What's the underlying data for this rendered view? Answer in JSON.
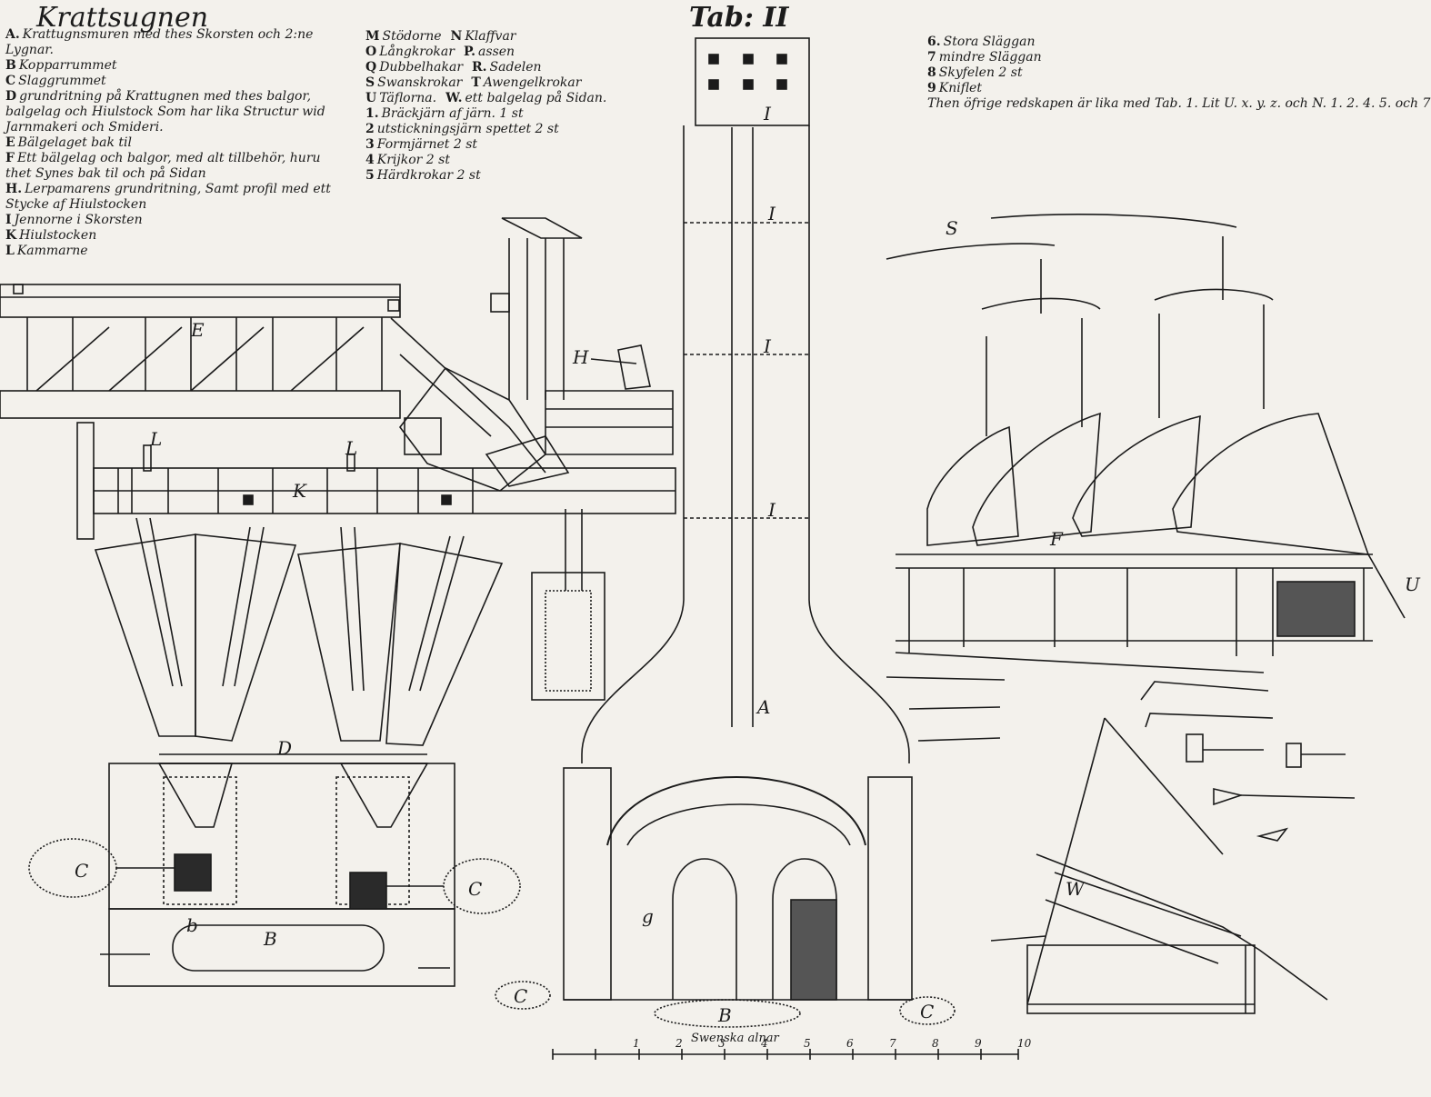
{
  "header": {
    "sheet_title": "Krattsugnen",
    "plate_title": "Tab: II"
  },
  "legend_left": [
    {
      "key": "A.",
      "text": "Krattugnsmuren med thes Skorsten och 2:ne Lygnar."
    },
    {
      "key": "B",
      "text": "Kopparrummet"
    },
    {
      "key": "C",
      "text": "Slaggrummet"
    },
    {
      "key": "D",
      "text": "grundritning på Krattugnen med thes balgor, balgelag och Hiulstock Som har lika Structur wid Jarnmakeri och Smideri."
    },
    {
      "key": "E",
      "text": "Bälgelaget bak til"
    },
    {
      "key": "F",
      "text": "Ett bälgelag och balgor, med alt tillbehör, huru thet Synes bak til och på Sidan"
    },
    {
      "key": "H.",
      "text": "Lerpamarens grundritning, Samt profil med ett Stycke af Hiulstocken"
    },
    {
      "key": "I",
      "text": "Jennorne i Skorsten"
    },
    {
      "key": "K",
      "text": "Hiulstocken"
    },
    {
      "key": "L",
      "text": "Kammarne"
    }
  ],
  "legend_mid": [
    {
      "key": "M",
      "text": "Stödorne",
      "key2": "N",
      "text2": "Klaffvar"
    },
    {
      "key": "O",
      "text": "Långkrokar",
      "key2": "P.",
      "text2": "assen"
    },
    {
      "key": "Q",
      "text": "Dubbelhakar",
      "key2": "R.",
      "text2": "Sadelen"
    },
    {
      "key": "S",
      "text": "Swanskrokar",
      "key2": "T",
      "text2": "Awengelkrokar"
    },
    {
      "key": "U",
      "text": "Täflorna.",
      "key2": "W.",
      "text2": "ett balgelag på Sidan."
    },
    {
      "key": "1.",
      "text": "Bräckjärn af järn. 1 st"
    },
    {
      "key": "2",
      "text": "utstickningsjärn spettet 2 st"
    },
    {
      "key": "3",
      "text": "Formjärnet 2 st"
    },
    {
      "key": "4",
      "text": "Krijkor 2 st"
    },
    {
      "key": "5",
      "text": "Härdkrokar 2 st"
    }
  ],
  "legend_right": [
    {
      "key": "6.",
      "text": "Stora Släggan"
    },
    {
      "key": "7",
      "text": "mindre Släggan"
    },
    {
      "key": "8",
      "text": "Skyfelen 2 st"
    },
    {
      "key": "9",
      "text": "Kniflet"
    },
    {
      "key": "",
      "text": "Then öfrige redskapen är lika med Tab. 1. Lit U. x. y. z. och N. 1. 2. 4. 5. och 7."
    }
  ],
  "figure_labels": {
    "E": "E",
    "H": "H",
    "K": "K",
    "L": "L",
    "D": "D",
    "B": "B",
    "C": "C",
    "A": "A",
    "I": "I",
    "F": "F",
    "W": "W",
    "S": "S",
    "U": "U",
    "g": "g",
    "b": "b"
  },
  "scale": {
    "caption": "Swenska alnar",
    "ticks": [
      "1",
      "2",
      "3",
      "4",
      "5",
      "6",
      "7",
      "8",
      "9",
      "10"
    ]
  }
}
